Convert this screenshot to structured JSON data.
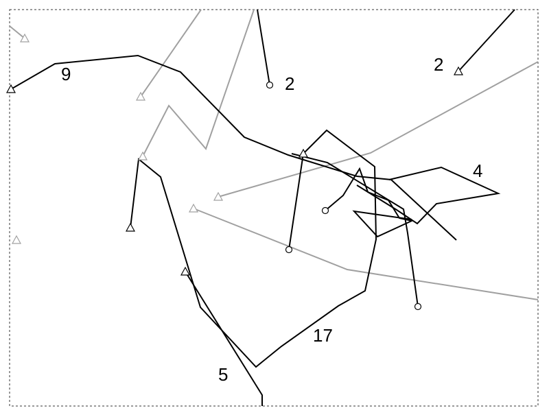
{
  "colors": {
    "dark": "#000000",
    "light": "#a0a0a0",
    "frame": "#333333",
    "background": "#ffffff"
  },
  "labels": [
    {
      "name": "label-9",
      "text": "9"
    },
    {
      "name": "label-2-a",
      "text": "2"
    },
    {
      "name": "label-2-b",
      "text": "2"
    },
    {
      "name": "label-4",
      "text": "4"
    },
    {
      "name": "label-17",
      "text": "17"
    },
    {
      "name": "label-5",
      "text": "5"
    }
  ],
  "tracks": [
    {
      "name": "track-9",
      "tone": "dark"
    },
    {
      "name": "track-2-short",
      "tone": "dark"
    },
    {
      "name": "track-2-corner",
      "tone": "dark"
    },
    {
      "name": "track-17",
      "tone": "dark"
    },
    {
      "name": "track-4",
      "tone": "dark"
    },
    {
      "name": "track-center-circle",
      "tone": "dark"
    },
    {
      "name": "track-right-circle",
      "tone": "dark"
    },
    {
      "name": "track-5",
      "tone": "dark"
    },
    {
      "name": "track-gray-top",
      "tone": "light"
    },
    {
      "name": "track-gray-zigzag",
      "tone": "light"
    },
    {
      "name": "track-gray-diagonal",
      "tone": "light"
    },
    {
      "name": "track-gray-lower",
      "tone": "light"
    },
    {
      "name": "track-gray-corner",
      "tone": "light"
    }
  ],
  "markers": [
    {
      "name": "triangle-marker",
      "shape": "triangle",
      "tone": "dark"
    },
    {
      "name": "circle-marker",
      "shape": "circle",
      "tone": "dark"
    },
    {
      "name": "triangle-marker",
      "shape": "triangle",
      "tone": "light"
    }
  ]
}
